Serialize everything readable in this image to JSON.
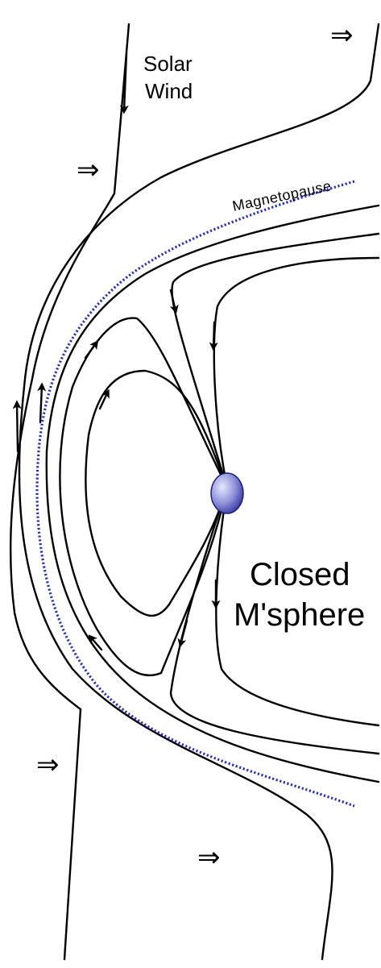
{
  "labels": {
    "solar_wind_line1": "Solar",
    "solar_wind_line2": "Wind",
    "magnetopause": "Magnetopause",
    "closed_line1": "Closed",
    "closed_line2": "M'sphere"
  },
  "flow_arrow_glyph": "⇒",
  "colors": {
    "field_lines": "#000000",
    "magnetopause": "#2a2fbf",
    "planet_light": "#e6e8ff",
    "planet_dark": "#2c2f9a"
  }
}
